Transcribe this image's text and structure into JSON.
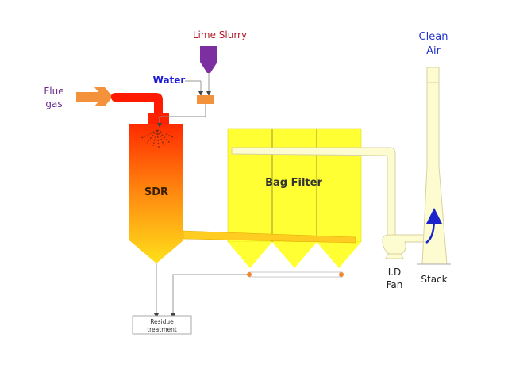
{
  "diagram": {
    "title": "Spray Dryer Absorber with Bag Filter flue gas cleaning process",
    "labels": {
      "flue_gas_line1": "Flue",
      "flue_gas_line2": "gas",
      "lime_slurry": "Lime Slurry",
      "water": "Water",
      "sdr": "SDR",
      "bag_filter": "Bag Filter",
      "clean_air_line1": "Clean",
      "clean_air_line2": "Air",
      "id_fan_line1": "I.D",
      "id_fan_line2": "Fan",
      "stack": "Stack",
      "residue_line1": "Residue",
      "residue_line2": "treatment"
    },
    "colors": {
      "flue_gas_arrow": "#f4923b",
      "flue_duct": "#ff1a00",
      "lime_hopper": "#7b2fa0",
      "mixer": "#f4923b",
      "sdr_top": "#ff3300",
      "sdr_bottom": "#ffd21a",
      "bag_filter": "#ffff33",
      "duct": "#fdfbd0",
      "water_label": "#1a1ad6",
      "lime_label": "#b01c2a",
      "flue_label": "#6a2a8a",
      "clean_air_label": "#2233cc",
      "flow_arrow": "#1a22cc"
    }
  }
}
